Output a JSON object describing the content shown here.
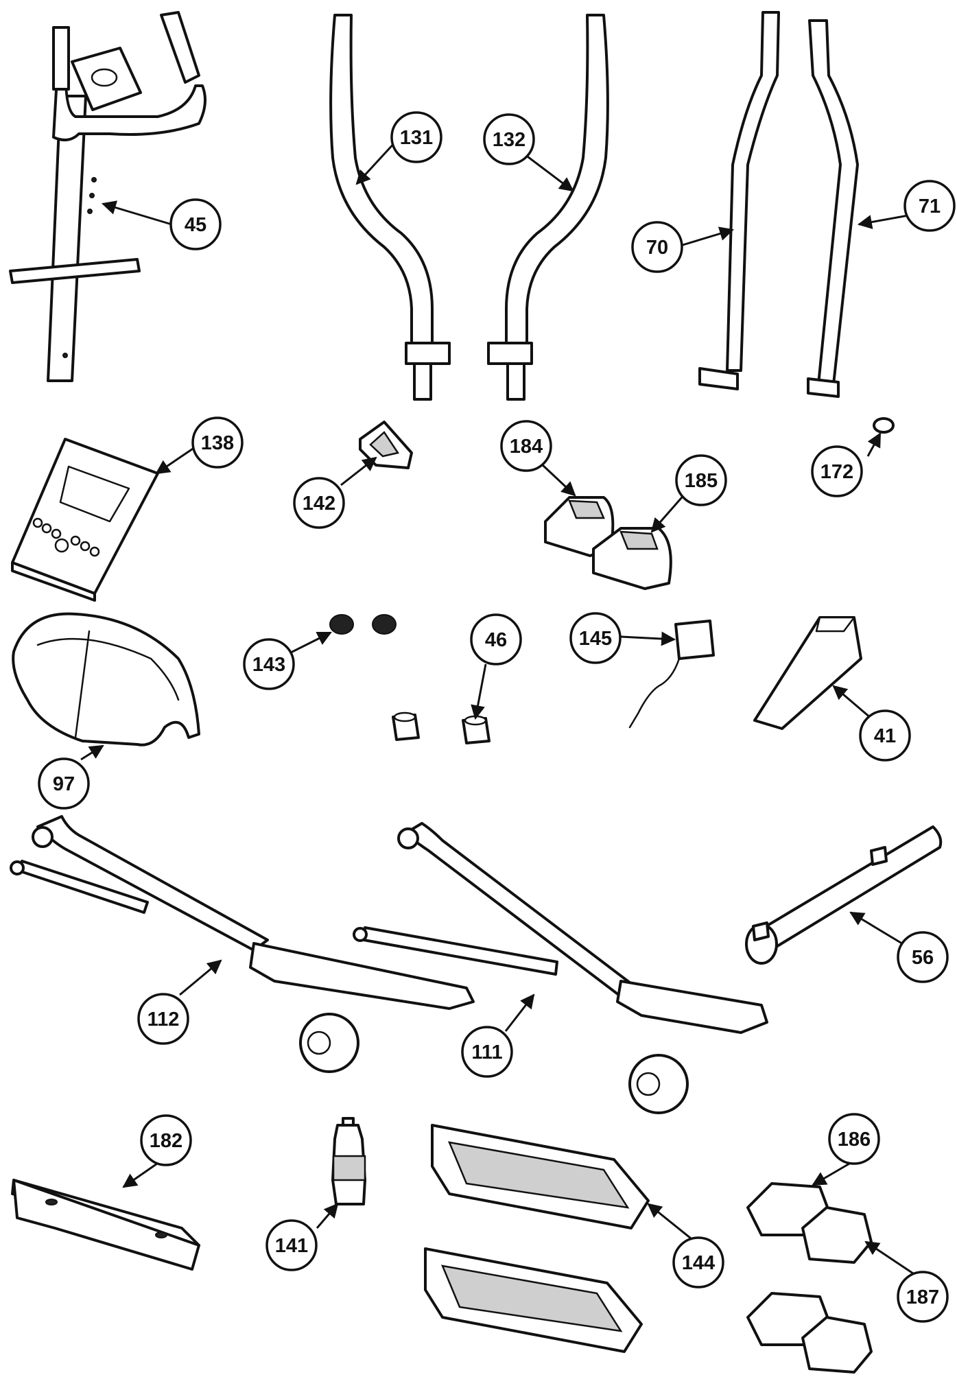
{
  "callouts": [
    {
      "id": "45",
      "label": "45"
    },
    {
      "id": "131",
      "label": "131"
    },
    {
      "id": "132",
      "label": "132"
    },
    {
      "id": "70",
      "label": "70"
    },
    {
      "id": "71",
      "label": "71"
    },
    {
      "id": "138",
      "label": "138"
    },
    {
      "id": "142",
      "label": "142"
    },
    {
      "id": "184",
      "label": "184"
    },
    {
      "id": "185",
      "label": "185"
    },
    {
      "id": "172",
      "label": "172"
    },
    {
      "id": "143",
      "label": "143"
    },
    {
      "id": "46",
      "label": "46"
    },
    {
      "id": "145",
      "label": "145"
    },
    {
      "id": "41",
      "label": "41"
    },
    {
      "id": "97",
      "label": "97"
    },
    {
      "id": "112",
      "label": "112"
    },
    {
      "id": "111",
      "label": "111"
    },
    {
      "id": "56",
      "label": "56"
    },
    {
      "id": "182",
      "label": "182"
    },
    {
      "id": "141",
      "label": "141"
    },
    {
      "id": "144",
      "label": "144"
    },
    {
      "id": "186",
      "label": "186"
    },
    {
      "id": "187",
      "label": "187"
    }
  ]
}
